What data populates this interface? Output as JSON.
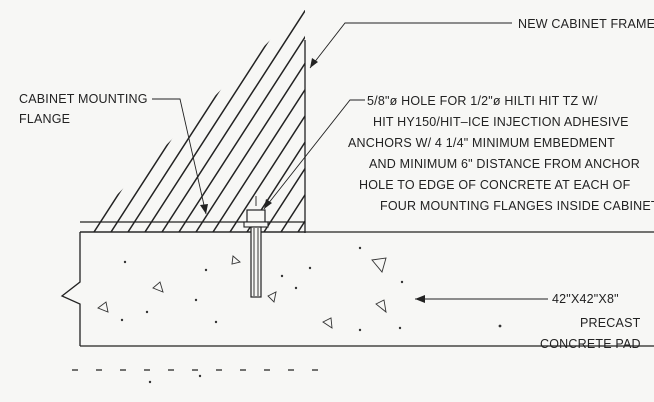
{
  "labels": {
    "frame": "NEW CABINET FRAME",
    "flange_line1": "CABINET MOUNTING",
    "flange_line2": "FLANGE",
    "anchor_lines": [
      "5/8\"ø HOLE FOR 1/2\"ø HILTI HIT TZ W/",
      "HIT HY150/HIT–ICE INJECTION ADHESIVE",
      "ANCHORS W/ 4 1/4\" MINIMUM EMBEDMENT",
      "AND MINIMUM 6\" DISTANCE FROM ANCHOR",
      "HOLE TO EDGE OF CONCRETE AT EACH OF",
      "FOUR MOUNTING FLANGES INSIDE CABINET."
    ],
    "pad_line1": "42\"X42\"X8\"",
    "pad_line2": "PRECAST",
    "pad_line3": "CONCRETE PAD"
  }
}
